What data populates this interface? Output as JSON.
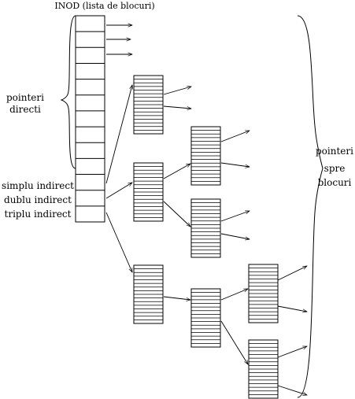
{
  "diagram": {
    "title": "INOD (lista de blocuri)",
    "labels": {
      "direct_pointers": [
        "pointeri",
        "directi"
      ],
      "single_indirect": "simplu indirect",
      "double_indirect": "dublu indirect",
      "triple_indirect": "triplu indirect",
      "block_pointers": [
        "pointeri",
        "spre",
        "blocuri"
      ]
    },
    "inode_entries": 13,
    "block_entries": 16,
    "colors": {
      "stroke": "#000000",
      "background": "#ffffff"
    }
  }
}
